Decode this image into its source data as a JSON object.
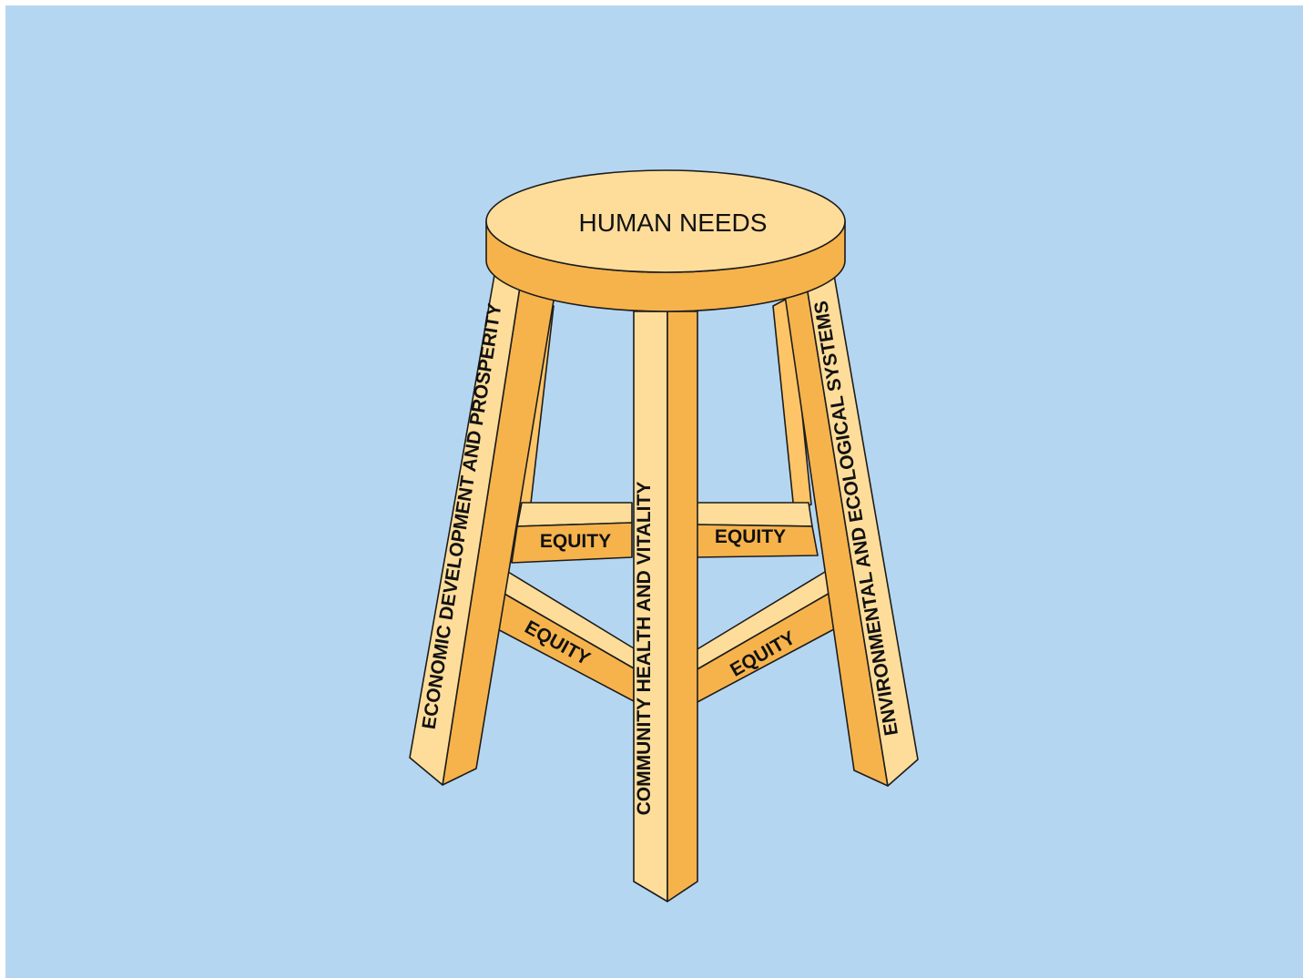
{
  "colors": {
    "background": "#b5d6f1",
    "wood_light": "#fedd9a",
    "wood_mid": "#fdc567",
    "wood_dark": "#f6b34c",
    "outline": "#1c1c1c"
  },
  "seat": {
    "label": "HUMAN NEEDS"
  },
  "legs": {
    "left": "ECONOMIC DEVELOPMENT AND PROSPERITY",
    "center": "COMMUNITY HEALTH AND VITALITY",
    "right": "ENVIRONMENTAL AND ECOLOGICAL SYSTEMS"
  },
  "rungs": {
    "back_left": "EQUITY",
    "back_right": "EQUITY",
    "front_left": "EQUITY",
    "front_right": "EQUITY"
  }
}
